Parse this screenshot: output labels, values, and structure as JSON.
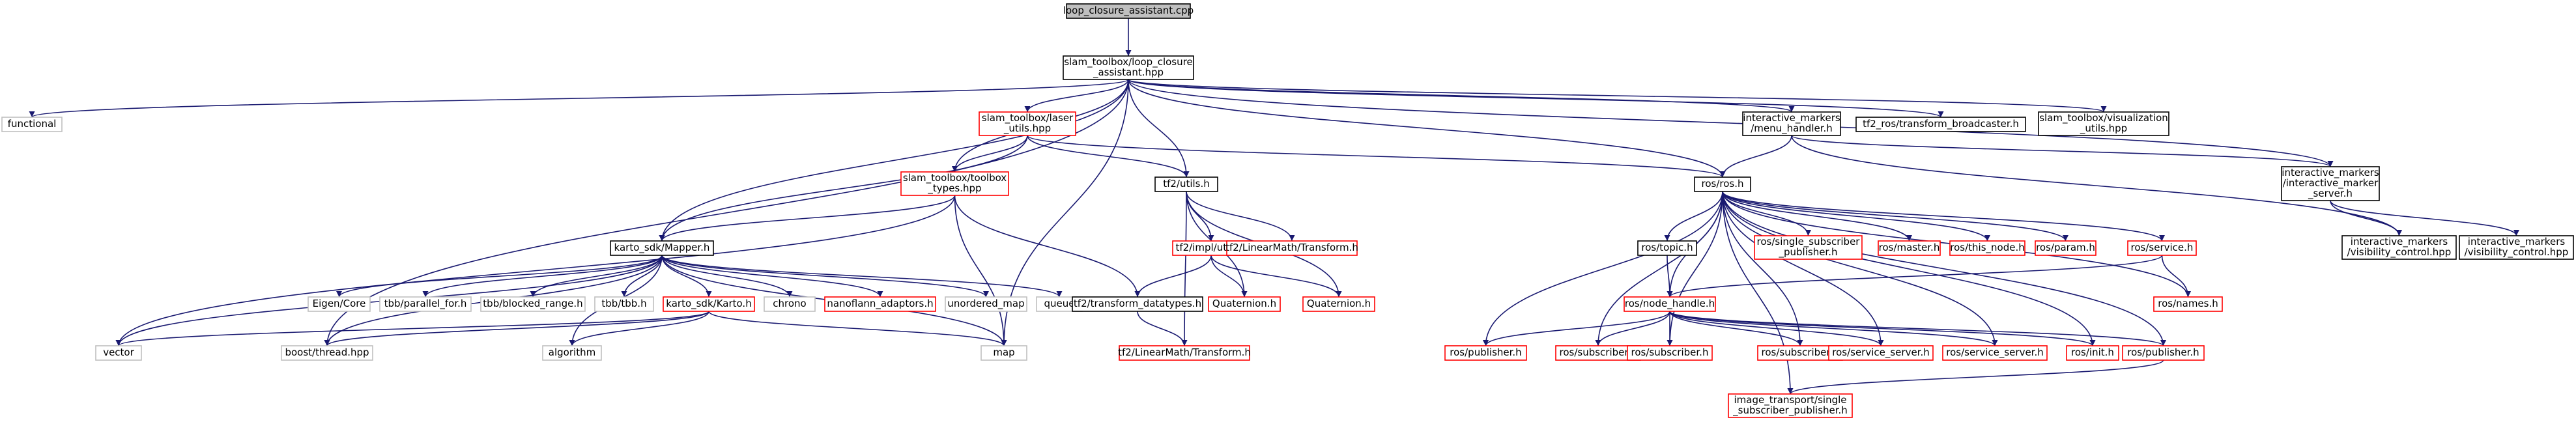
{
  "diagram": {
    "colors": {
      "edge": "#191970",
      "root_fill": "#bfbfbf",
      "documented_border": "#000000",
      "undocumented_border": "#ff0000",
      "external_border": "#bfbfbf"
    },
    "nodes": [
      {
        "id": "lca_cpp",
        "kind": "root",
        "lines": [
          "loop_closure_assistant.cpp"
        ]
      },
      {
        "id": "lca_hpp",
        "kind": "black",
        "lines": [
          "slam_toolbox/loop_closure",
          "_assistant.hpp"
        ]
      },
      {
        "id": "functional",
        "kind": "gray",
        "lines": [
          "functional"
        ]
      },
      {
        "id": "laser_utils",
        "kind": "red",
        "lines": [
          "slam_toolbox/laser",
          "_utils.hpp"
        ]
      },
      {
        "id": "menu_handler",
        "kind": "black",
        "lines": [
          "interactive_markers",
          "/menu_handler.h"
        ]
      },
      {
        "id": "tf2_broadcaster",
        "kind": "black",
        "lines": [
          "tf2_ros/transform_broadcaster.h"
        ]
      },
      {
        "id": "viz_utils",
        "kind": "black",
        "lines": [
          "slam_toolbox/visualization",
          "_utils.hpp"
        ]
      },
      {
        "id": "toolbox_types",
        "kind": "red",
        "lines": [
          "slam_toolbox/toolbox",
          "_types.hpp"
        ]
      },
      {
        "id": "tf2_utils",
        "kind": "black",
        "lines": [
          "tf2/utils.h"
        ]
      },
      {
        "id": "ros_h",
        "kind": "black",
        "lines": [
          "ros/ros.h"
        ]
      },
      {
        "id": "im_server",
        "kind": "black",
        "lines": [
          "interactive_markers",
          "/interactive_marker",
          "_server.h"
        ]
      },
      {
        "id": "mapper",
        "kind": "black",
        "lines": [
          "karto_sdk/Mapper.h"
        ]
      },
      {
        "id": "impl_utils",
        "kind": "red",
        "lines": [
          "tf2/impl/utils.h"
        ]
      },
      {
        "id": "lm_transform1",
        "kind": "red",
        "lines": [
          "tf2/LinearMath/Transform.h"
        ]
      },
      {
        "id": "topic",
        "kind": "black",
        "lines": [
          "ros/topic.h"
        ]
      },
      {
        "id": "single_sub_pub",
        "kind": "red",
        "lines": [
          "ros/single_subscriber",
          "_publisher.h"
        ]
      },
      {
        "id": "master",
        "kind": "red",
        "lines": [
          "ros/master.h"
        ]
      },
      {
        "id": "this_node",
        "kind": "red",
        "lines": [
          "ros/this_node.h"
        ]
      },
      {
        "id": "param",
        "kind": "red",
        "lines": [
          "ros/param.h"
        ]
      },
      {
        "id": "service",
        "kind": "red",
        "lines": [
          "ros/service.h"
        ]
      },
      {
        "id": "vis_control1",
        "kind": "black",
        "lines": [
          "interactive_markers",
          "/visibility_control.hpp"
        ]
      },
      {
        "id": "vis_control2",
        "kind": "black",
        "lines": [
          "interactive_markers",
          "/visibility_control.hpp"
        ]
      },
      {
        "id": "eigen",
        "kind": "gray",
        "lines": [
          "Eigen/Core"
        ]
      },
      {
        "id": "parallel_for",
        "kind": "gray",
        "lines": [
          "tbb/parallel_for.h"
        ]
      },
      {
        "id": "blocked_range",
        "kind": "gray",
        "lines": [
          "tbb/blocked_range.h"
        ]
      },
      {
        "id": "tbb",
        "kind": "gray",
        "lines": [
          "tbb/tbb.h"
        ]
      },
      {
        "id": "karto",
        "kind": "red",
        "lines": [
          "karto_sdk/Karto.h"
        ]
      },
      {
        "id": "chrono",
        "kind": "gray",
        "lines": [
          "chrono"
        ]
      },
      {
        "id": "nanoflann",
        "kind": "red",
        "lines": [
          "nanoflann_adaptors.h"
        ]
      },
      {
        "id": "unordered_map",
        "kind": "gray",
        "lines": [
          "unordered_map"
        ]
      },
      {
        "id": "queue",
        "kind": "gray",
        "lines": [
          "queue"
        ]
      },
      {
        "id": "transform_datatypes",
        "kind": "black",
        "lines": [
          "tf2/transform_datatypes.h"
        ]
      },
      {
        "id": "quaternion1",
        "kind": "red",
        "lines": [
          "Quaternion.h"
        ]
      },
      {
        "id": "quaternion2",
        "kind": "red",
        "lines": [
          "Quaternion.h"
        ]
      },
      {
        "id": "node_handle",
        "kind": "red",
        "lines": [
          "ros/node_handle.h"
        ]
      },
      {
        "id": "names",
        "kind": "red",
        "lines": [
          "ros/names.h"
        ]
      },
      {
        "id": "vector",
        "kind": "gray",
        "lines": [
          "vector"
        ]
      },
      {
        "id": "boost_thread",
        "kind": "gray",
        "lines": [
          "boost/thread.hpp"
        ]
      },
      {
        "id": "algorithm",
        "kind": "gray",
        "lines": [
          "algorithm"
        ]
      },
      {
        "id": "map",
        "kind": "gray",
        "lines": [
          "map"
        ]
      },
      {
        "id": "lm_transform2",
        "kind": "red",
        "lines": [
          "tf2/LinearMath/Transform.h"
        ]
      },
      {
        "id": "publisher1",
        "kind": "red",
        "lines": [
          "ros/publisher.h"
        ]
      },
      {
        "id": "subscriber1",
        "kind": "red",
        "lines": [
          "ros/subscriber.h"
        ]
      },
      {
        "id": "subscriber2",
        "kind": "red",
        "lines": [
          "ros/subscriber.h"
        ]
      },
      {
        "id": "subscriber3",
        "kind": "red",
        "lines": [
          "ros/subscriber.h"
        ]
      },
      {
        "id": "service_server1",
        "kind": "red",
        "lines": [
          "ros/service_server.h"
        ]
      },
      {
        "id": "service_server2",
        "kind": "red",
        "lines": [
          "ros/service_server.h"
        ]
      },
      {
        "id": "init",
        "kind": "red",
        "lines": [
          "ros/init.h"
        ]
      },
      {
        "id": "publisher2",
        "kind": "red",
        "lines": [
          "ros/publisher.h"
        ]
      },
      {
        "id": "image_transport",
        "kind": "red",
        "lines": [
          "image_transport/single",
          "_subscriber_publisher.h"
        ]
      }
    ],
    "edges": [
      [
        "lca_cpp",
        "lca_hpp"
      ],
      [
        "lca_hpp",
        "functional"
      ],
      [
        "lca_hpp",
        "laser_utils"
      ],
      [
        "lca_hpp",
        "menu_handler"
      ],
      [
        "lca_hpp",
        "tf2_broadcaster"
      ],
      [
        "lca_hpp",
        "viz_utils"
      ],
      [
        "lca_hpp",
        "toolbox_types"
      ],
      [
        "lca_hpp",
        "tf2_utils"
      ],
      [
        "lca_hpp",
        "ros_h"
      ],
      [
        "lca_hpp",
        "im_server"
      ],
      [
        "lca_hpp",
        "mapper"
      ],
      [
        "lca_hpp",
        "boost_thread"
      ],
      [
        "lca_hpp",
        "map"
      ],
      [
        "laser_utils",
        "toolbox_types"
      ],
      [
        "laser_utils",
        "tf2_utils"
      ],
      [
        "laser_utils",
        "ros_h"
      ],
      [
        "laser_utils",
        "mapper"
      ],
      [
        "menu_handler",
        "ros_h"
      ],
      [
        "menu_handler",
        "im_server"
      ],
      [
        "menu_handler",
        "vis_control1"
      ],
      [
        "im_server",
        "vis_control1"
      ],
      [
        "im_server",
        "vis_control2"
      ],
      [
        "toolbox_types",
        "mapper"
      ],
      [
        "toolbox_types",
        "transform_datatypes"
      ],
      [
        "toolbox_types",
        "vector"
      ],
      [
        "toolbox_types",
        "map"
      ],
      [
        "tf2_utils",
        "impl_utils"
      ],
      [
        "tf2_utils",
        "lm_transform1"
      ],
      [
        "tf2_utils",
        "quaternion1"
      ],
      [
        "tf2_utils",
        "quaternion2"
      ],
      [
        "tf2_utils",
        "lm_transform2"
      ],
      [
        "impl_utils",
        "transform_datatypes"
      ],
      [
        "impl_utils",
        "quaternion1"
      ],
      [
        "impl_utils",
        "quaternion2"
      ],
      [
        "transform_datatypes",
        "lm_transform2"
      ],
      [
        "mapper",
        "eigen"
      ],
      [
        "mapper",
        "parallel_for"
      ],
      [
        "mapper",
        "blocked_range"
      ],
      [
        "mapper",
        "tbb"
      ],
      [
        "mapper",
        "karto"
      ],
      [
        "mapper",
        "chrono"
      ],
      [
        "mapper",
        "nanoflann"
      ],
      [
        "mapper",
        "unordered_map"
      ],
      [
        "mapper",
        "queue"
      ],
      [
        "mapper",
        "vector"
      ],
      [
        "mapper",
        "boost_thread"
      ],
      [
        "mapper",
        "algorithm"
      ],
      [
        "mapper",
        "map"
      ],
      [
        "karto",
        "vector"
      ],
      [
        "karto",
        "boost_thread"
      ],
      [
        "karto",
        "algorithm"
      ],
      [
        "karto",
        "map"
      ],
      [
        "ros_h",
        "topic"
      ],
      [
        "ros_h",
        "single_sub_pub"
      ],
      [
        "ros_h",
        "master"
      ],
      [
        "ros_h",
        "this_node"
      ],
      [
        "ros_h",
        "param"
      ],
      [
        "ros_h",
        "service"
      ],
      [
        "ros_h",
        "node_handle"
      ],
      [
        "ros_h",
        "names"
      ],
      [
        "ros_h",
        "publisher1"
      ],
      [
        "ros_h",
        "subscriber1"
      ],
      [
        "ros_h",
        "subscriber2"
      ],
      [
        "ros_h",
        "subscriber3"
      ],
      [
        "ros_h",
        "service_server1"
      ],
      [
        "ros_h",
        "service_server2"
      ],
      [
        "ros_h",
        "init"
      ],
      [
        "ros_h",
        "publisher2"
      ],
      [
        "ros_h",
        "image_transport"
      ],
      [
        "topic",
        "node_handle"
      ],
      [
        "service",
        "node_handle"
      ],
      [
        "service",
        "names"
      ],
      [
        "node_handle",
        "publisher1"
      ],
      [
        "node_handle",
        "subscriber1"
      ],
      [
        "node_handle",
        "subscriber2"
      ],
      [
        "node_handle",
        "subscriber3"
      ],
      [
        "node_handle",
        "service_server1"
      ],
      [
        "node_handle",
        "service_server2"
      ],
      [
        "node_handle",
        "init"
      ],
      [
        "node_handle",
        "publisher2"
      ],
      [
        "publisher2",
        "image_transport"
      ]
    ]
  }
}
